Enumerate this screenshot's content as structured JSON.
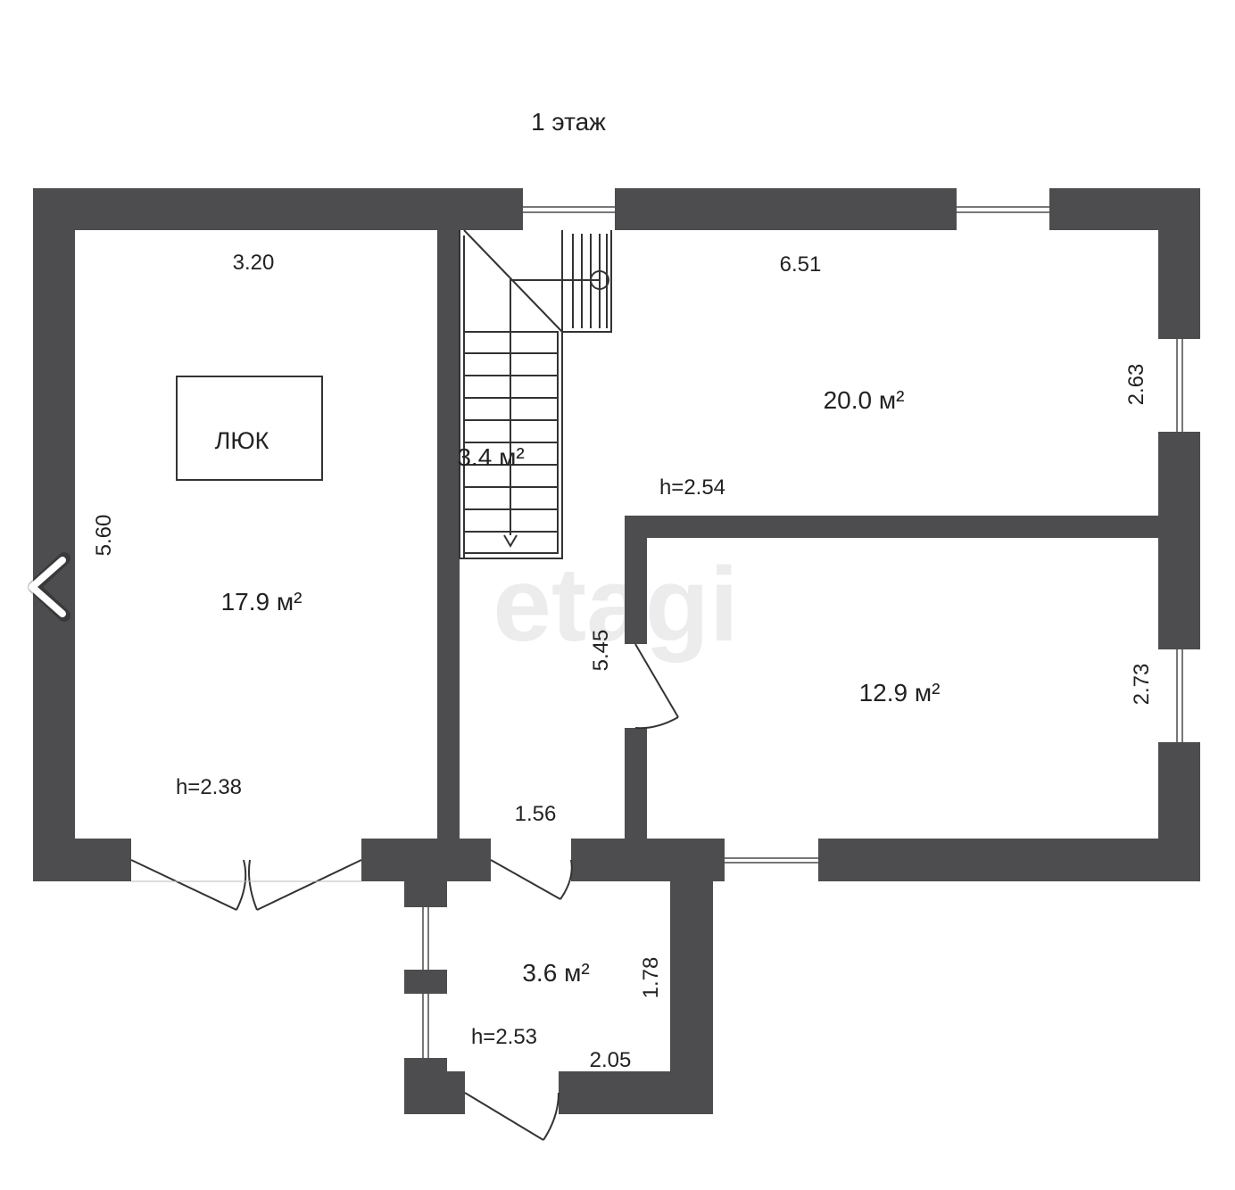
{
  "floor_title": "1 этаж",
  "watermark": "etagi",
  "rooms": {
    "left_room": {
      "area": "17.9 м²",
      "width": "3.20",
      "length": "5.60",
      "height": "h=2.38",
      "hatch_label": "ЛЮК"
    },
    "stair_hall": {
      "area": "3.4 м²",
      "length": "5.45",
      "width": "1.56",
      "height": "h=2.54"
    },
    "upper_right_room": {
      "area": "20.0 м²",
      "width": "6.51",
      "depth": "2.63"
    },
    "lower_right_room": {
      "area": "12.9 м²",
      "depth": "2.73"
    },
    "entry_room": {
      "area": "3.6 м²",
      "depth": "1.78",
      "width": "2.05",
      "height": "h=2.53"
    }
  },
  "nav": {
    "prev_icon": "chevron-left-icon"
  },
  "colors": {
    "wall": "#4d4d4f",
    "line": "#333333",
    "watermark": "#e6e6e6"
  }
}
